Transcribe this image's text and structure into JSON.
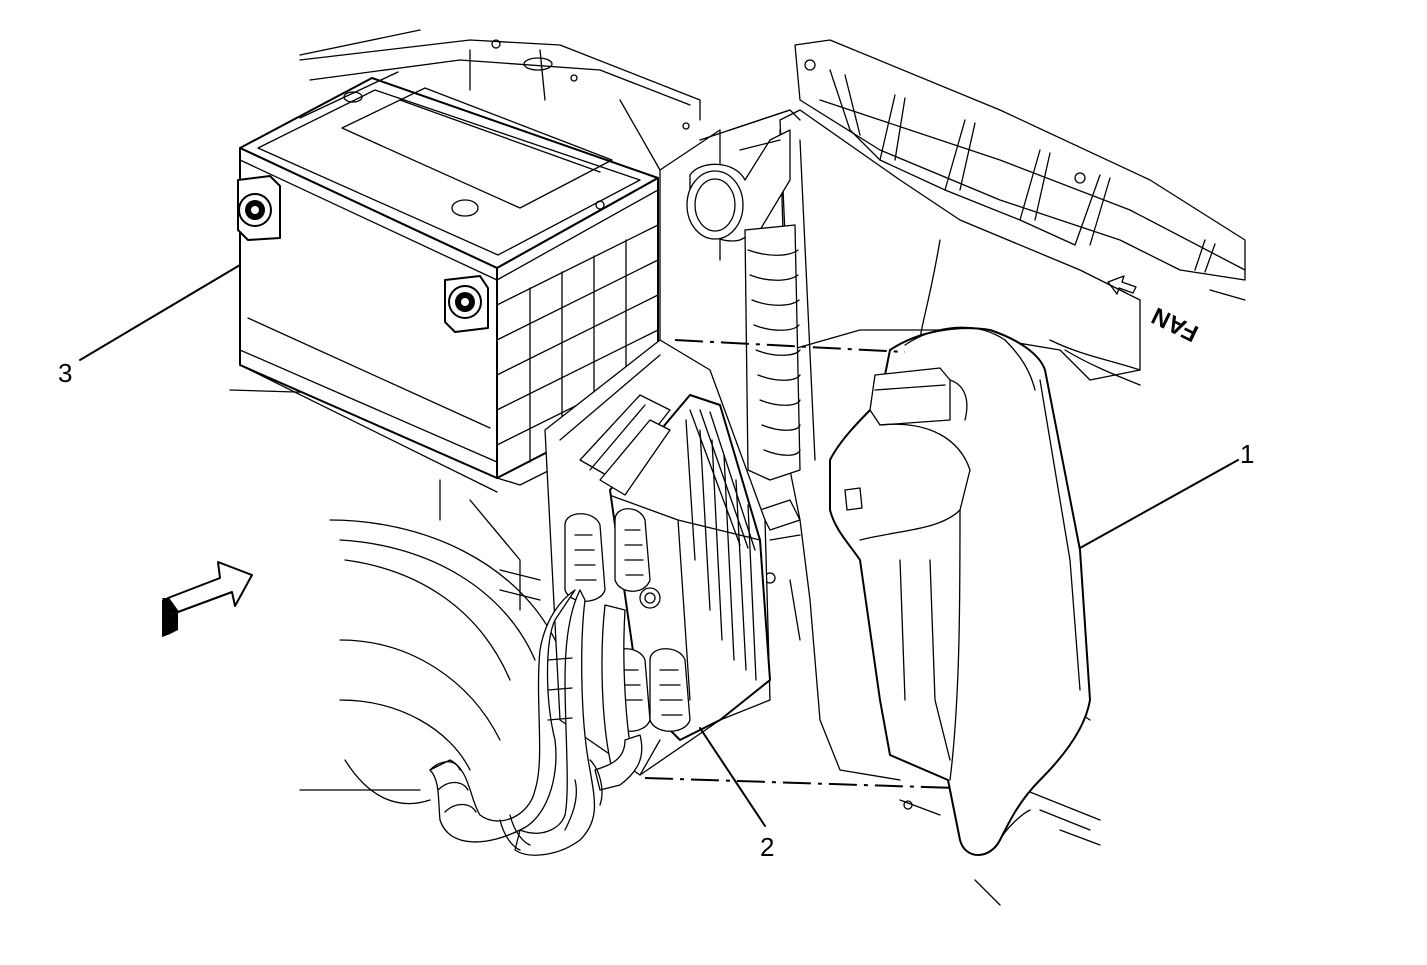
{
  "callouts": [
    {
      "id": "1",
      "label": "1"
    },
    {
      "id": "2",
      "label": "2"
    },
    {
      "id": "3",
      "label": "3"
    }
  ],
  "embossed_text": "FAN",
  "colors": {
    "line": "#000000",
    "background": "#ffffff"
  }
}
